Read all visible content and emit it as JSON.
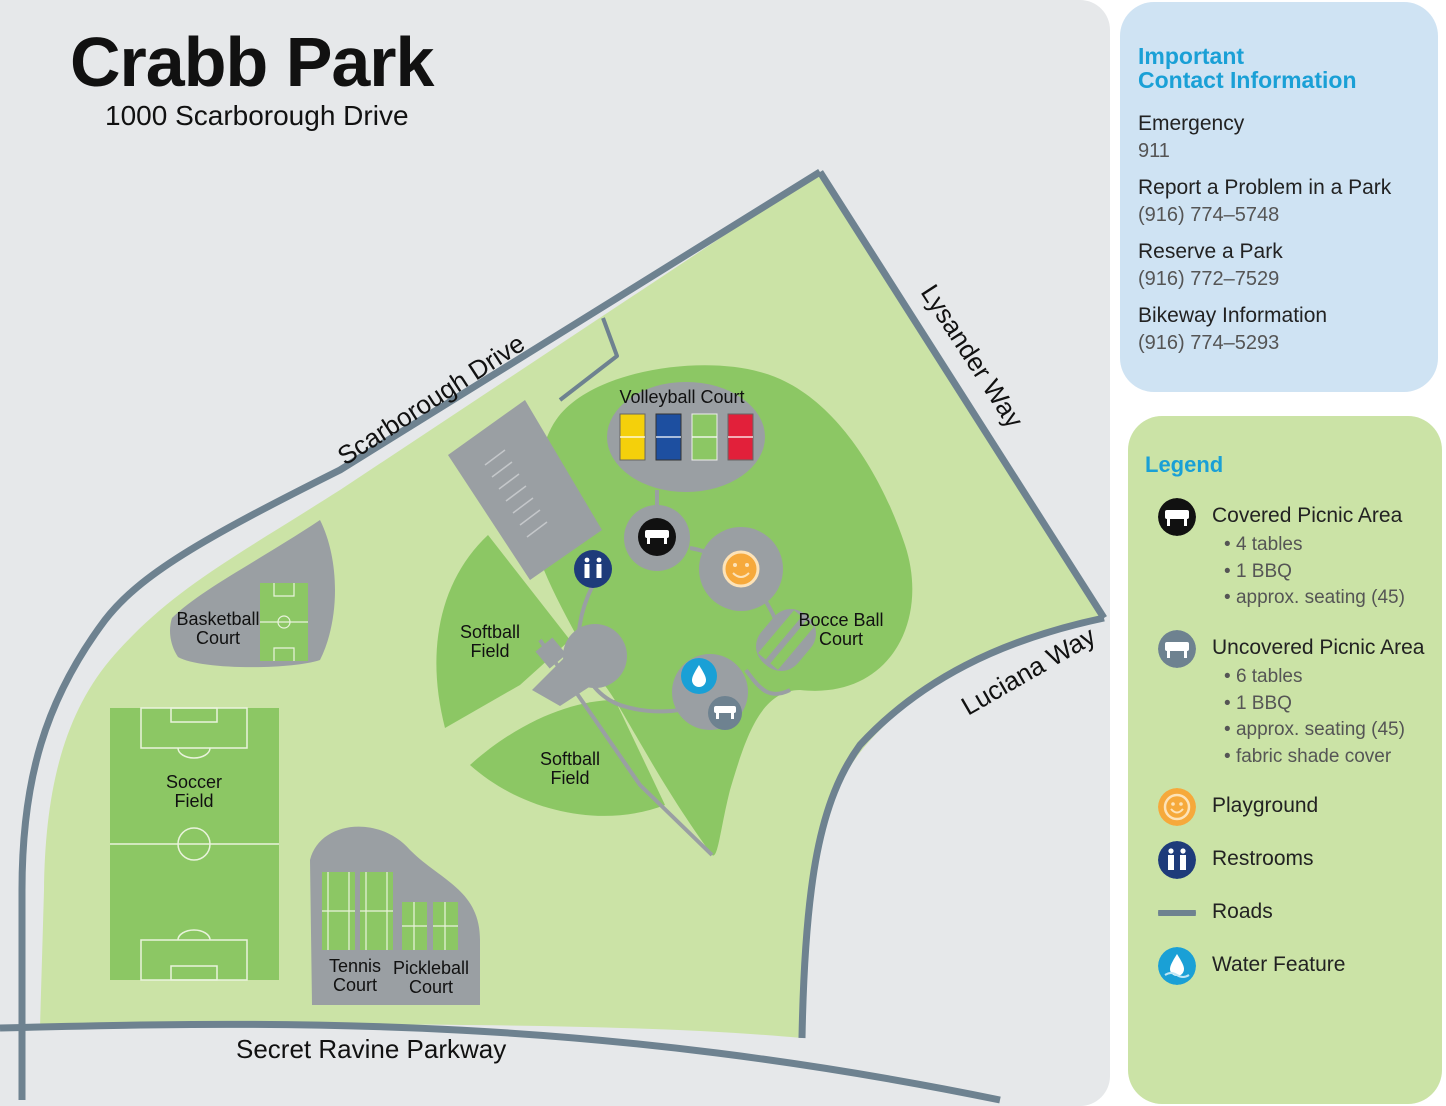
{
  "header": {
    "title": "Crabb Park",
    "address": "1000 Scarborough Drive"
  },
  "roads": {
    "scarborough": "Scarborough Drive",
    "lysander": "Lysander Way",
    "luciana": "Luciana Way",
    "secret_ravine": "Secret Ravine Parkway"
  },
  "facilities": {
    "volleyball": "Volleyball Court",
    "basketball_1": "Basketball",
    "basketball_2": "Court",
    "softball_a1": "Softball",
    "softball_a2": "Field",
    "softball_b1": "Softball",
    "softball_b2": "Field",
    "bocce_1": "Bocce Ball",
    "bocce_2": "Court",
    "soccer_1": "Soccer",
    "soccer_2": "Field",
    "tennis_1": "Tennis",
    "tennis_2": "Court",
    "pickleball_1": "Pickleball",
    "pickleball_2": "Court"
  },
  "contact": {
    "heading_1": "Important",
    "heading_2": "Contact Information",
    "items": [
      {
        "label": "Emergency",
        "value": "911"
      },
      {
        "label": "Report a Problem in a Park",
        "value": "(916) 774–5748"
      },
      {
        "label": "Reserve a Park",
        "value": "(916) 772–7529"
      },
      {
        "label": "Bikeway Information",
        "value": "(916) 774–5293"
      }
    ]
  },
  "legend": {
    "title": "Legend",
    "covered": {
      "label": "Covered Picnic Area",
      "details": [
        "4 tables",
        "1 BBQ",
        "approx. seating (45)"
      ]
    },
    "uncovered": {
      "label": "Uncovered Picnic Area",
      "details": [
        "6 tables",
        "1 BBQ",
        "approx. seating (45)",
        "fabric shade cover"
      ]
    },
    "playground": "Playground",
    "restrooms": "Restrooms",
    "roads": "Roads",
    "water": "Water Feature"
  },
  "colors": {
    "background": "#e6e8ea",
    "park": "#cbe3a6",
    "field": "#8cc764",
    "paved": "#9a9fa3",
    "road": "#6e8290",
    "accent": "#1aa0d6",
    "navy": "#1e3b7a",
    "playground": "#f6a93b"
  },
  "icons": {
    "covered": "covered-picnic-icon",
    "uncovered": "uncovered-picnic-icon",
    "playground": "playground-icon",
    "restrooms": "restrooms-icon",
    "water": "water-feature-icon"
  }
}
